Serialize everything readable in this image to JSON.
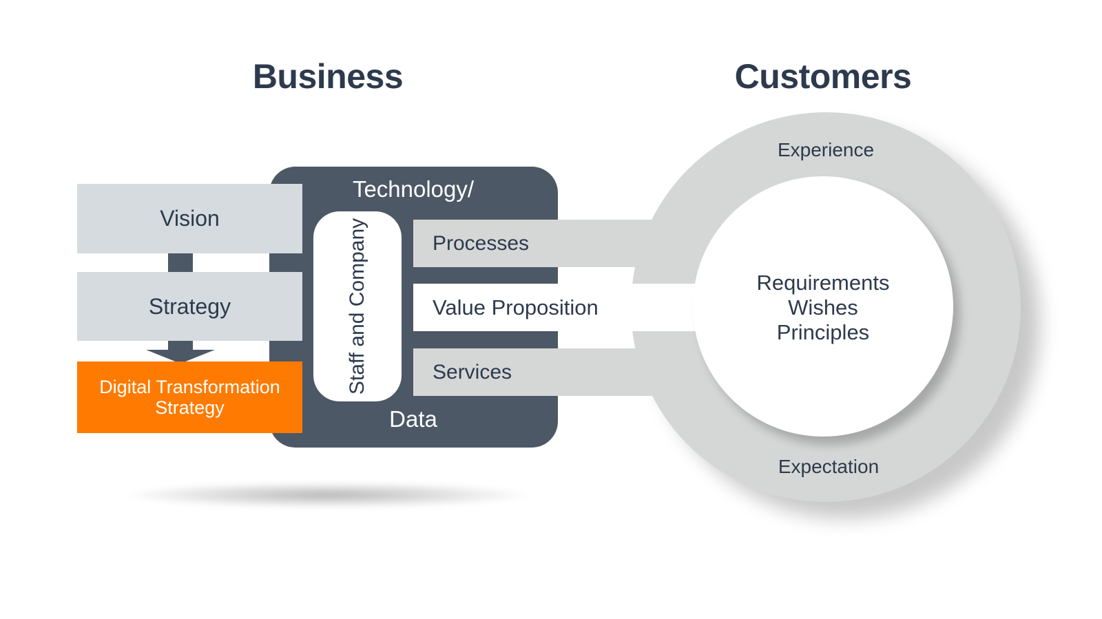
{
  "headings": {
    "business": "Business",
    "customers": "Customers"
  },
  "business": {
    "vision": "Vision",
    "strategy": "Strategy",
    "dts_line1": "Digital Transformation",
    "dts_line2": "Strategy",
    "technology": "Technology/",
    "data": "Data",
    "staff_company": "Staff and Company"
  },
  "bars": {
    "processes": "Processes",
    "value_proposition": "Value Proposition",
    "services": "Services"
  },
  "customers": {
    "experience": "Experience",
    "expectation": "Expectation",
    "inner": [
      "Requirements",
      "Wishes",
      "Principles"
    ]
  },
  "colors": {
    "dark": "#4d5866",
    "light_box": "#d5dbdf",
    "ring": "#d5d7d6",
    "accent": "#ff7a00",
    "text": "#2d3a4d"
  }
}
